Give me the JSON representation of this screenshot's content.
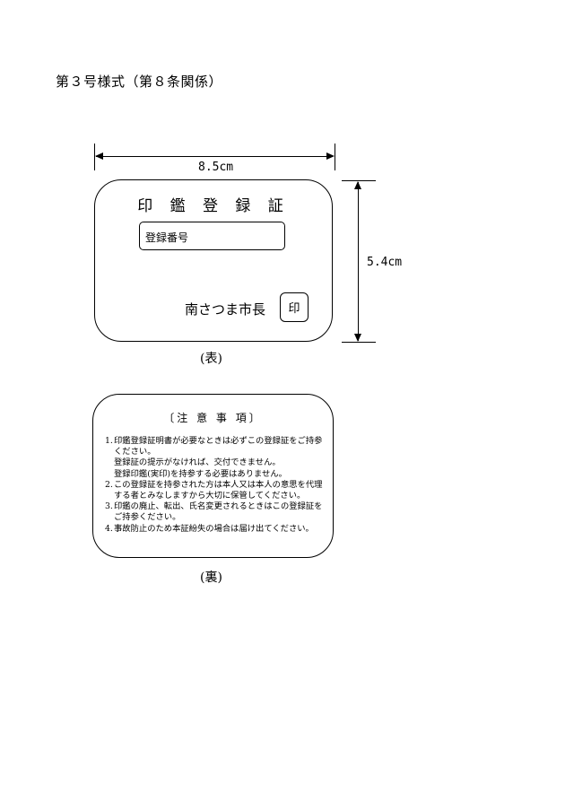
{
  "form_title": "第３号様式（第８条関係）",
  "dimensions": {
    "width_label": "8.5cm",
    "height_label": "5.4cm"
  },
  "front": {
    "title": "印 鑑 登 録 証",
    "registration_label": "登録番号",
    "mayor_label": "南さつま市長",
    "seal_label": "印",
    "caption": "(表)"
  },
  "back": {
    "notes_title": "〔注 意 事 項〕",
    "notes": [
      {
        "num": "1.",
        "line1": "印鑑登録証明書が必要なときは必ずこの登録証をご持参",
        "line2": "ください。",
        "line3": "登録証の提示がなければ、交付できません。",
        "line4": "登録印鑑(実印)を持参する必要はありません。"
      },
      {
        "num": "2.",
        "line1": "この登録証を持参された方は本人又は本人の意思を代理",
        "line2": "する者とみなしますから大切に保管してください。"
      },
      {
        "num": "3.",
        "line1": "印鑑の廃止、転出、氏名変更されるときはこの登録証を",
        "line2": "ご持参ください。"
      },
      {
        "num": "4.",
        "line1": "事故防止のため本証紛失の場合は届け出てください。"
      }
    ],
    "caption": "(裏)"
  }
}
